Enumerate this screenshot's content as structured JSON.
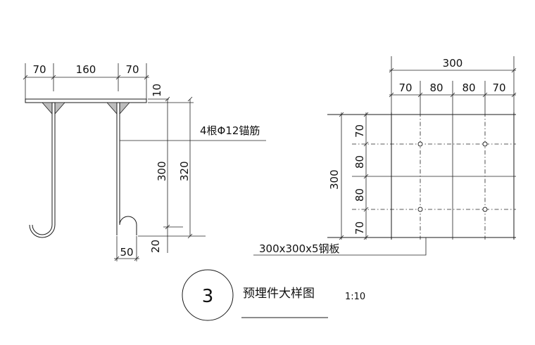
{
  "elevation": {
    "top_dims": [
      "70",
      "160",
      "70"
    ],
    "plate_thickness": "10",
    "anchor_length_inner": "300",
    "anchor_length_total": "320",
    "hook_offset": "20",
    "hook_width": "50",
    "rebar_note": "4根Φ12锚筋"
  },
  "plan": {
    "overall_width": "300",
    "col_dims": [
      "70",
      "80",
      "80",
      "70"
    ],
    "overall_height": "300",
    "row_dims": [
      "70",
      "80",
      "80",
      "70"
    ],
    "plate_note": "300x300x5钢板"
  },
  "title_block": {
    "number": "3",
    "title": "预埋件大样图",
    "scale": "1:10"
  }
}
